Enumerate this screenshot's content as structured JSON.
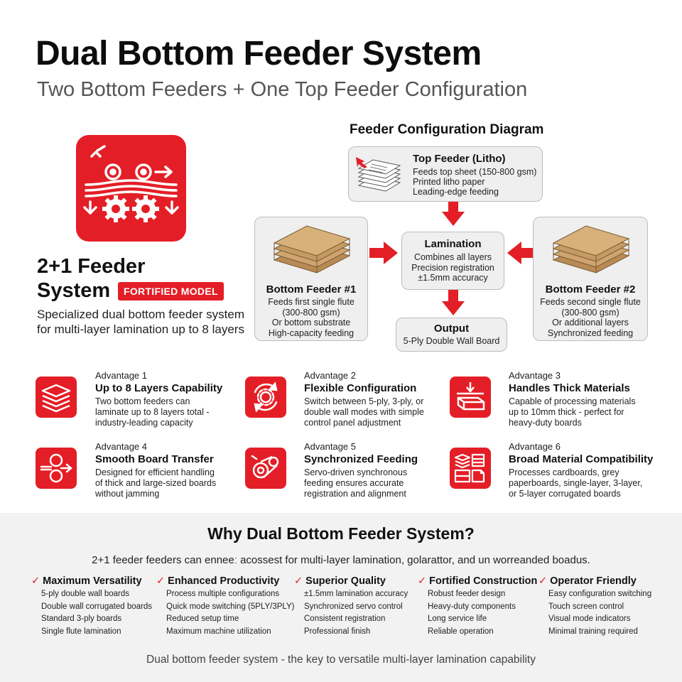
{
  "header": {
    "title": "Dual Bottom Feeder System",
    "subtitle": "Two Bottom Feeders + One Top Feeder Configuration"
  },
  "feeder_system": {
    "heading_line1": "2+1 Feeder",
    "heading_line2": "System",
    "badge": "FORTIFIED MODEL",
    "description": "Specialized dual bottom feeder system for multi-layer lamination up to 8 layers"
  },
  "diagram": {
    "title": "Feeder Configuration Diagram",
    "top_feeder": {
      "title": "Top Feeder (Litho)",
      "lines": [
        "Feeds top sheet (150-800 gsm)",
        "Printed litho paper",
        "Leading-edge feeding"
      ]
    },
    "lamination": {
      "title": "Lamination",
      "lines": [
        "Combines all layers",
        "Precision registration",
        "±1.5mm accuracy"
      ]
    },
    "bottom_feeder_1": {
      "title": "Bottom Feeder #1",
      "lines": [
        "Feeds first single flute",
        "(300-800 gsm)",
        "Or bottom substrate",
        "High-capacity feeding"
      ]
    },
    "bottom_feeder_2": {
      "title": "Bottom Feeder #2",
      "lines": [
        "Feeds second single flute",
        "(300-800 gsm)",
        "Or additional layers",
        "Synchronized feeding"
      ]
    },
    "output": {
      "title": "Output",
      "lines": [
        "5-Ply Double Wall Board"
      ]
    },
    "accent_color": "#e41e26"
  },
  "advantages": [
    {
      "number": "Advantage 1",
      "title": "Up to 8 Layers Capability",
      "lines": [
        "Two bottom feeders can",
        "laminate up to 8 layers total -",
        "industry-leading capacity"
      ],
      "icon": "layers-icon"
    },
    {
      "number": "Advantage 2",
      "title": "Flexible Configuration",
      "lines": [
        "Switch between 5-ply, 3-ply, or",
        "double wall modes with simple",
        "control panel adjustment"
      ],
      "icon": "gear-cycle-icon"
    },
    {
      "number": "Advantage 3",
      "title": "Handles Thick Materials",
      "lines": [
        "Capable of processing materials",
        "up to 10mm thick - perfect for",
        "heavy-duty boards"
      ],
      "icon": "thick-board-icon"
    },
    {
      "number": "Advantage 4",
      "title": "Smooth Board Transfer",
      "lines": [
        "Designed for efficient handling",
        "of thick and large-sized boards",
        "without jamming"
      ],
      "icon": "rollers-icon"
    },
    {
      "number": "Advantage 5",
      "title": "Synchronized Feeding",
      "lines": [
        "Servo-driven synchronous",
        "feeding ensures accurate",
        "registration and alignment"
      ],
      "icon": "servo-gear-icon"
    },
    {
      "number": "Advantage 6",
      "title": "Broad Material Compatibility",
      "lines": [
        "Processes cardboards, grey",
        "paperboards, single-layer, 3-layer,",
        "or 5-layer corrugated boards"
      ],
      "icon": "materials-icon"
    }
  ],
  "why": {
    "title": "Why Dual Bottom Feeder System?",
    "intro": "2+1 feeder feeders can enneeː acossest for multi-layer lamination, golarattor, and un worreanded boadus.",
    "check_mark": "✓",
    "columns": [
      {
        "title": "Maximum Versatility",
        "items": [
          "5-ply double wall boards",
          "Double wall corrugated boards",
          "Standard 3-ply boards",
          "Single flute lamination"
        ]
      },
      {
        "title": "Enhanced Productivity",
        "items": [
          "Process multiple configurations",
          "Quick mode switching (5PLY/3PLY)",
          "Reduced setup time",
          "Maximum machine utilization"
        ]
      },
      {
        "title": "Superior Quality",
        "items": [
          "±1.5mm lamination accuracy",
          "Synchronized servo control",
          "Consistent registration",
          "Professional finish"
        ]
      },
      {
        "title": "Fortified Construction",
        "items": [
          "Robust feeder design",
          "Heavy-duty components",
          "Long service life",
          "Reliable operation"
        ]
      },
      {
        "title": "Operator Friendly",
        "items": [
          "Easy configuration switching",
          "Touch screen control",
          "Visual mode indicators",
          "Minimal training required"
        ]
      }
    ]
  },
  "footer": "Dual bottom feeder system - the key to versatile multi-layer lamination capability"
}
